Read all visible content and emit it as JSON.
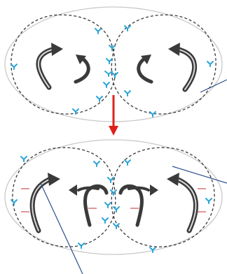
{
  "panels": [
    {
      "id": "top",
      "label": "",
      "outer_membrane": "ellipse",
      "compartments": [
        "left",
        "right"
      ],
      "arrows": {
        "left": [
          "curved-arrow-large",
          "curved-arrow-small"
        ],
        "right": [
          "curved-arrow-small",
          "curved-arrow-large"
        ]
      },
      "has_leader_line": true
    },
    {
      "id": "bottom",
      "label": "",
      "outer_membrane": "ellipse",
      "compartments": [
        "left",
        "right"
      ],
      "arrows": {
        "left": [
          "curved-arrow-large",
          "flow-arrow-toward-center"
        ],
        "right": [
          "flow-arrow-toward-center",
          "curved-arrow-large"
        ]
      },
      "has_leader_line": true
    }
  ],
  "transition_arrow": {
    "direction": "down"
  },
  "colors": {
    "membrane_outline": "#c9c9c9",
    "dashed_boundary": "#3a3a3a",
    "marker": "#2aa5d8",
    "arrow_body": "#3a3a3a",
    "arrow_highlight": "#d9d9d9",
    "transition_arrow": "#e0201b",
    "leader_line": "#2d4f8c",
    "tick_marks": "#d46a6a"
  },
  "icons": [
    "curved-arrow-icon",
    "y-marker-icon",
    "down-arrow-icon"
  ]
}
